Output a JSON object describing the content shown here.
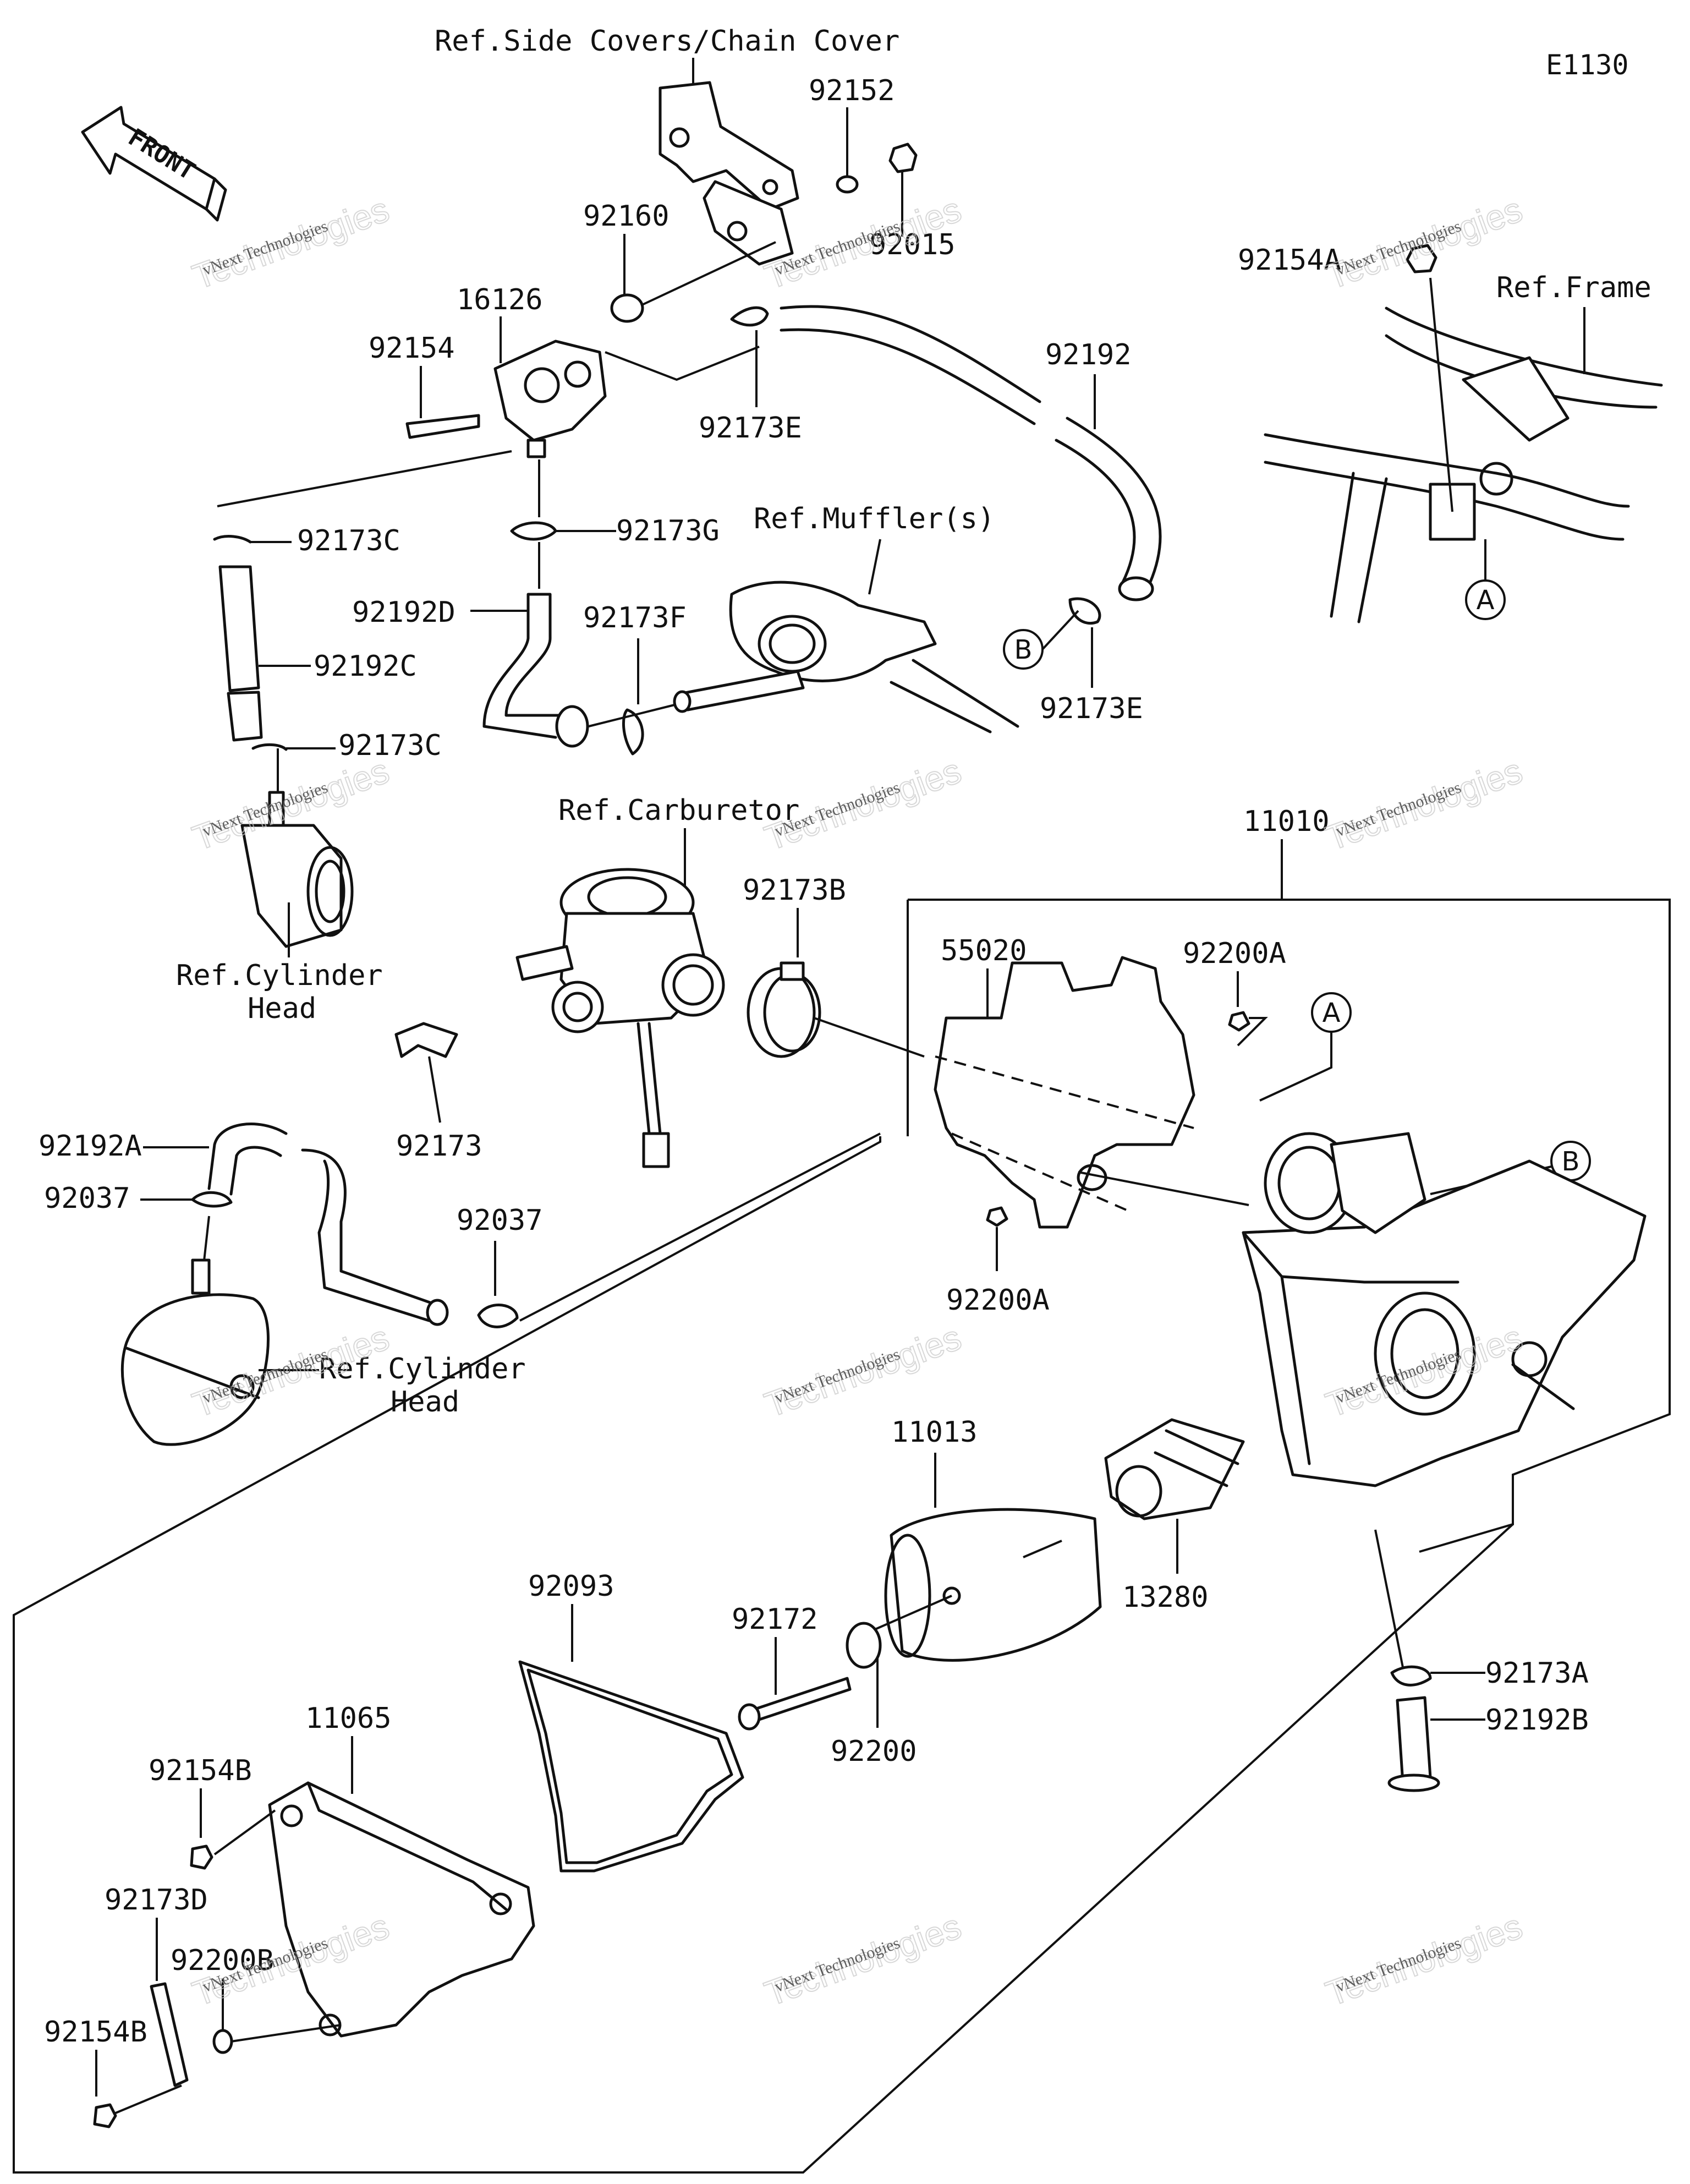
{
  "diagram_code": "E1130",
  "front_label": "FRONT",
  "parts": [
    {
      "id": "p-92152",
      "label": "92152"
    },
    {
      "id": "p-92015",
      "label": "92015"
    },
    {
      "id": "p-92160",
      "label": "92160"
    },
    {
      "id": "p-16126",
      "label": "16126"
    },
    {
      "id": "p-92154",
      "label": "92154"
    },
    {
      "id": "p-92173E-top",
      "label": "92173E"
    },
    {
      "id": "p-92192",
      "label": "92192"
    },
    {
      "id": "p-92154A",
      "label": "92154A"
    },
    {
      "id": "p-92173C-top",
      "label": "92173C"
    },
    {
      "id": "p-92173G",
      "label": "92173G"
    },
    {
      "id": "p-92192D",
      "label": "92192D"
    },
    {
      "id": "p-92173F",
      "label": "92173F"
    },
    {
      "id": "p-92192C",
      "label": "92192C"
    },
    {
      "id": "p-92173C-bot",
      "label": "92173C"
    },
    {
      "id": "p-92173E-bot",
      "label": "92173E"
    },
    {
      "id": "p-92173B",
      "label": "92173B"
    },
    {
      "id": "p-11010",
      "label": "11010"
    },
    {
      "id": "p-55020",
      "label": "55020"
    },
    {
      "id": "p-92200A-top",
      "label": "92200A"
    },
    {
      "id": "p-92173",
      "label": "92173"
    },
    {
      "id": "p-92192A",
      "label": "92192A"
    },
    {
      "id": "p-92037-left",
      "label": "92037"
    },
    {
      "id": "p-92037-mid",
      "label": "92037"
    },
    {
      "id": "p-92200A-bot",
      "label": "92200A"
    },
    {
      "id": "p-11013",
      "label": "11013"
    },
    {
      "id": "p-13280",
      "label": "13280"
    },
    {
      "id": "p-92093",
      "label": "92093"
    },
    {
      "id": "p-92172",
      "label": "92172"
    },
    {
      "id": "p-92200",
      "label": "92200"
    },
    {
      "id": "p-92173A",
      "label": "92173A"
    },
    {
      "id": "p-92192B",
      "label": "92192B"
    },
    {
      "id": "p-11065",
      "label": "11065"
    },
    {
      "id": "p-92154B-top",
      "label": "92154B"
    },
    {
      "id": "p-92173D",
      "label": "92173D"
    },
    {
      "id": "p-92200B",
      "label": "92200B"
    },
    {
      "id": "p-92154B-bot",
      "label": "92154B"
    }
  ],
  "references": {
    "side_covers": "Ref.Side Covers/Chain Cover",
    "frame": "Ref.Frame",
    "mufflers": "Ref.Muffler(s)",
    "carburetor": "Ref.Carburetor",
    "cyl_head_1_line1": "Ref.Cylinder",
    "cyl_head_1_line2": "Head",
    "cyl_head_2_line1": "Ref.Cylinder",
    "cyl_head_2_line2": "Head"
  },
  "callouts": {
    "a": "A",
    "b": "B"
  },
  "watermark": {
    "line1": "vNext",
    "line2": "vNext Technologies",
    "line3": "Technologies"
  }
}
